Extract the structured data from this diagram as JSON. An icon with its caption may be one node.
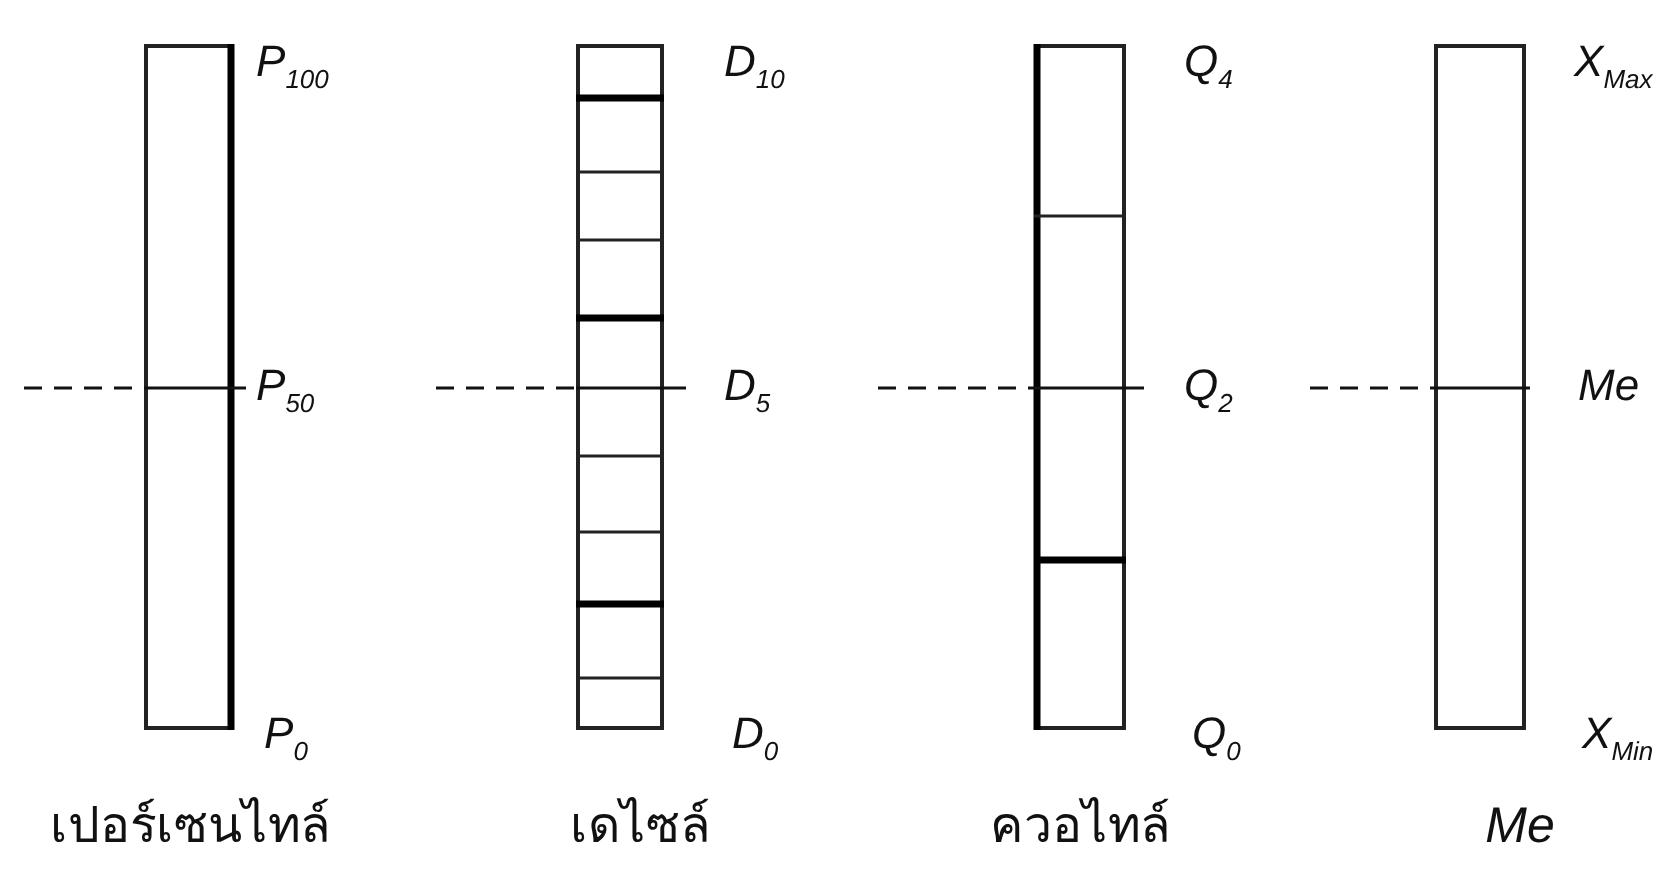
{
  "diagram": {
    "nodes": [
      {
        "text": [],
        "shape": "bar",
        "beside": [
          "P$_{100}$",
          "P$_{50}$",
          "P$_{0}$",
          "เปอร์เซนไทล์"
        ]
      },
      {
        "text": [],
        "shape": "bar",
        "beside": [
          "D$_{10}$",
          "D$_{5}$",
          "D$_{0}$",
          "เดไซล์"
        ]
      },
      {
        "text": [],
        "shape": "bar",
        "beside": [
          "Q$_{4}$",
          "Q$_{2}$",
          "Q$_{0}$",
          "ควอไทล์"
        ]
      },
      {
        "text": [],
        "shape": "bar",
        "beside": [
          "X$_{Max}$",
          "Me",
          "X$_{Min}$",
          "Me"
        ]
      }
    ]
  }
}
